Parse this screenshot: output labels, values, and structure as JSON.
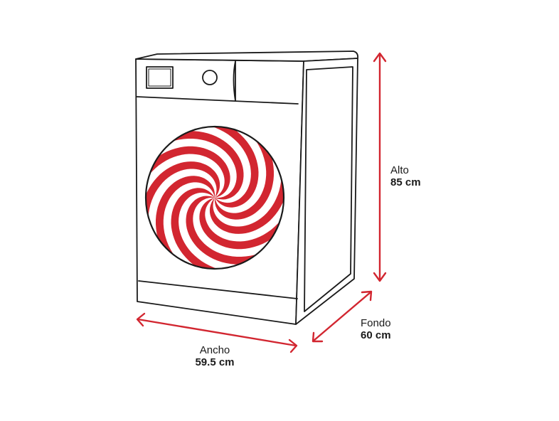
{
  "diagram": {
    "accent_color": "#d22630",
    "outline_color": "#1a1a1a",
    "drum_stripes": 10,
    "dimensions": {
      "ancho": {
        "name": "Ancho",
        "value": "59.5 cm"
      },
      "fondo": {
        "name": "Fondo",
        "value": "60 cm"
      },
      "alto": {
        "name": "Alto",
        "value": "85 cm"
      }
    },
    "icons": {
      "appliance": "washing-machine-icon",
      "display": "display-panel-icon",
      "knob": "control-knob-icon",
      "drum": "drum-door-icon",
      "arrows": "double-arrow-icon"
    }
  }
}
